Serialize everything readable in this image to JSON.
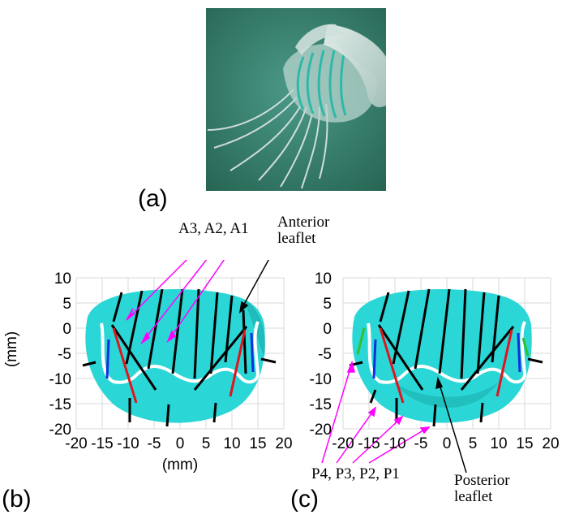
{
  "figure": {
    "panel_a": {
      "label": "(a)"
    },
    "panel_b": {
      "label": "(b)",
      "xlabel": "(mm)",
      "ylabel": "(mm)",
      "xticks": [
        "-20",
        "-15",
        "-10",
        "-5",
        "0",
        "5",
        "10",
        "15",
        "20"
      ],
      "yticks": [
        "10",
        "5",
        "0",
        "-5",
        "-10",
        "-15",
        "-20"
      ],
      "annotation_leaflets": "A3, A2, A1",
      "annotation_anterior_line1": "Anterior",
      "annotation_anterior_line2": "leaflet"
    },
    "panel_c": {
      "label": "(c)",
      "xticks": [
        "-20",
        "-15",
        "-10",
        "-5",
        "0",
        "5",
        "10",
        "15",
        "20"
      ],
      "yticks": [
        "10",
        "5",
        "0",
        "-5",
        "-10",
        "-15",
        "-20"
      ],
      "annotation_leaflets": "P4, P3, P2, P1",
      "annotation_posterior_line1": "Posterior",
      "annotation_posterior_line2": "leaflet"
    },
    "colors": {
      "surface": "#2ad6d6",
      "surface_dark": "#1aa8a8",
      "annotation_arrow": "#ff00ff",
      "chord_black": "#000000",
      "chord_red": "#e0141e",
      "chord_blue": "#1030e0",
      "chord_green": "#30c030",
      "grid": "#d8d8d8",
      "photo_bg": "#2f7f6e"
    }
  }
}
